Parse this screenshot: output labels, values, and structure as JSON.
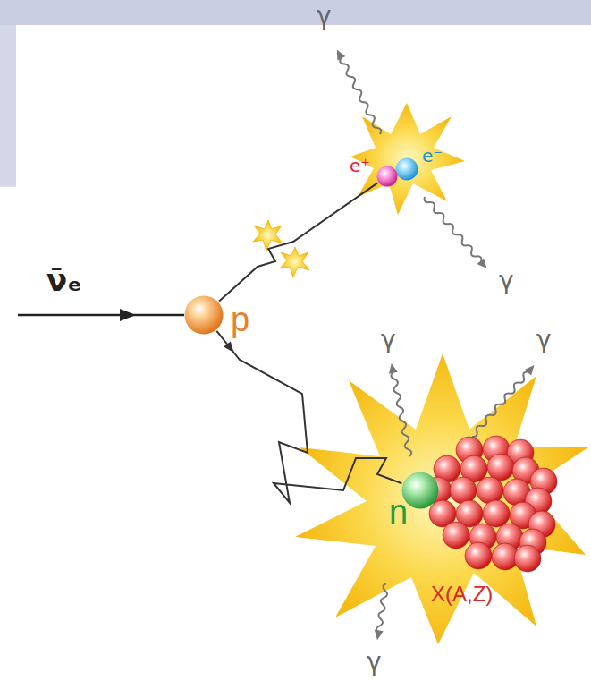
{
  "diagram": {
    "nodes": [
      {
        "text": [
          "p"
        ]
      },
      {
        "text": [
          "e⁺"
        ]
      },
      {
        "text": [
          "e⁻"
        ]
      },
      {
        "text": [
          "n"
        ]
      },
      {
        "text": [
          "X(A,Z)"
        ]
      }
    ],
    "edges": [
      {
        "from": 0,
        "to": 1,
        "arrow": "none"
      },
      {
        "from": 0,
        "to": 3,
        "arrow": "to"
      }
    ],
    "labels": [
      "ν̄ₑ",
      "γ",
      "γ",
      "γ",
      "γ",
      "γ"
    ]
  }
}
